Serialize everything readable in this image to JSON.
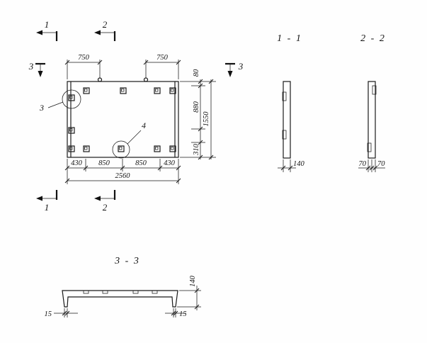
{
  "drawing": {
    "plan": {
      "markers": {
        "one": "1",
        "two": "2",
        "three": "3"
      },
      "details": {
        "d3": "3",
        "d4": "4"
      },
      "dims": {
        "top": [
          "750",
          "750"
        ],
        "right": [
          "80",
          "880",
          "310"
        ],
        "right_total": "1550",
        "bottom": [
          "430",
          "850",
          "850",
          "430"
        ],
        "bottom_total": "2560"
      }
    },
    "sections": {
      "s11": {
        "title": "1 - 1",
        "thickness": "140"
      },
      "s22": {
        "title": "2 - 2",
        "half_left": "70",
        "half_right": "70"
      },
      "s33": {
        "title": "3 - 3",
        "edge_left": "15",
        "edge_right": "15",
        "height": "140"
      }
    }
  }
}
